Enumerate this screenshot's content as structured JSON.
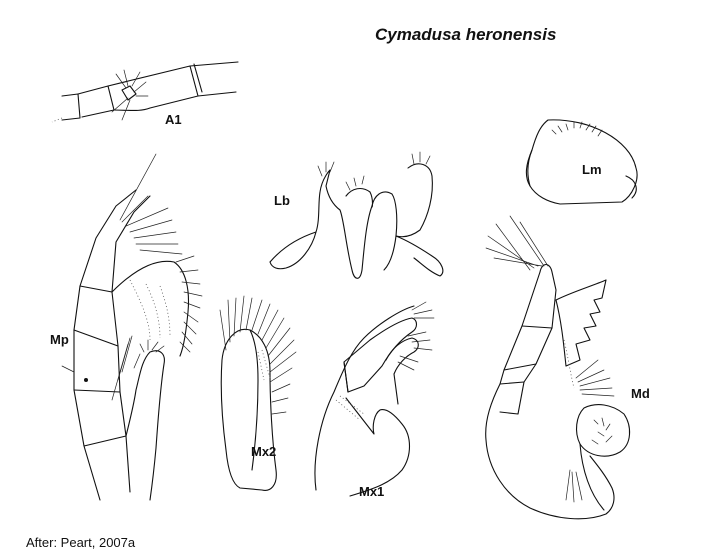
{
  "title": "Cymadusa heronensis",
  "credit": "After: Peart, 2007a",
  "labels": {
    "a1": "A1",
    "lm": "Lm",
    "lb": "Lb",
    "mp": "Mp",
    "mx2": "Mx2",
    "mx1": "Mx1",
    "md": "Md"
  }
}
